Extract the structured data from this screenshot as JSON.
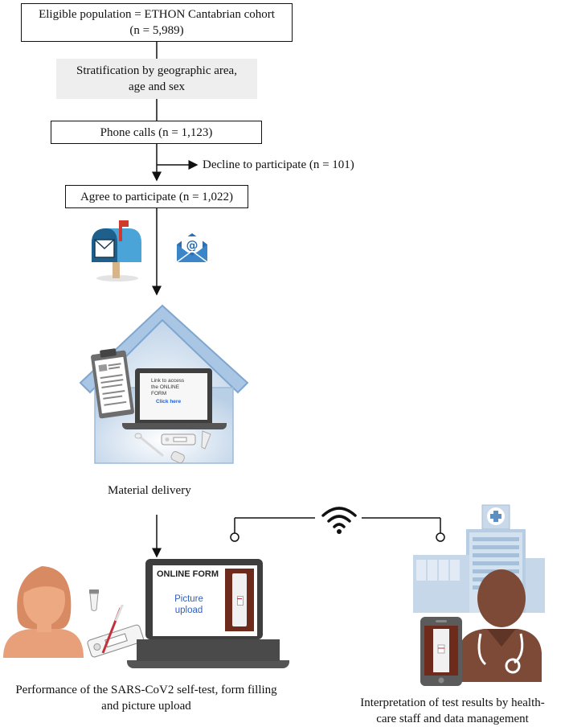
{
  "flow": {
    "eligible_line1": "Eligible population = ETHON Cantabrian cohort",
    "eligible_line2": "(n = 5,989)",
    "stratification_line1": "Stratification by geographic area,",
    "stratification_line2": "age and sex",
    "phone_calls": "Phone calls (n = 1,123)",
    "decline": "Decline to participate (n = 101)",
    "agree": "Agree to participate (n = 1,022)"
  },
  "house": {
    "screen_line1": "Link to access",
    "screen_line2": "the ONLINE",
    "screen_line3": "FORM",
    "screen_link": "Click here",
    "caption": "Material delivery"
  },
  "selftest": {
    "screen_title": "ONLINE FORM",
    "screen_line1": "Picture",
    "screen_line2": "upload",
    "caption_line1": "Performance of the SARS-CoV2 self-test, form filling",
    "caption_line2": "and picture upload"
  },
  "interpretation": {
    "caption_line1": "Interpretation of test results by health-",
    "caption_line2": "care staff and data management"
  },
  "icons": [
    "mailbox-icon",
    "email-icon",
    "house-icon",
    "clipboard-icon",
    "laptop-icon",
    "swab-icon",
    "test-cassette-icon",
    "tube-icon",
    "woman-avatar-icon",
    "wifi-icon",
    "hospital-icon",
    "doctor-icon",
    "phone-icon"
  ]
}
